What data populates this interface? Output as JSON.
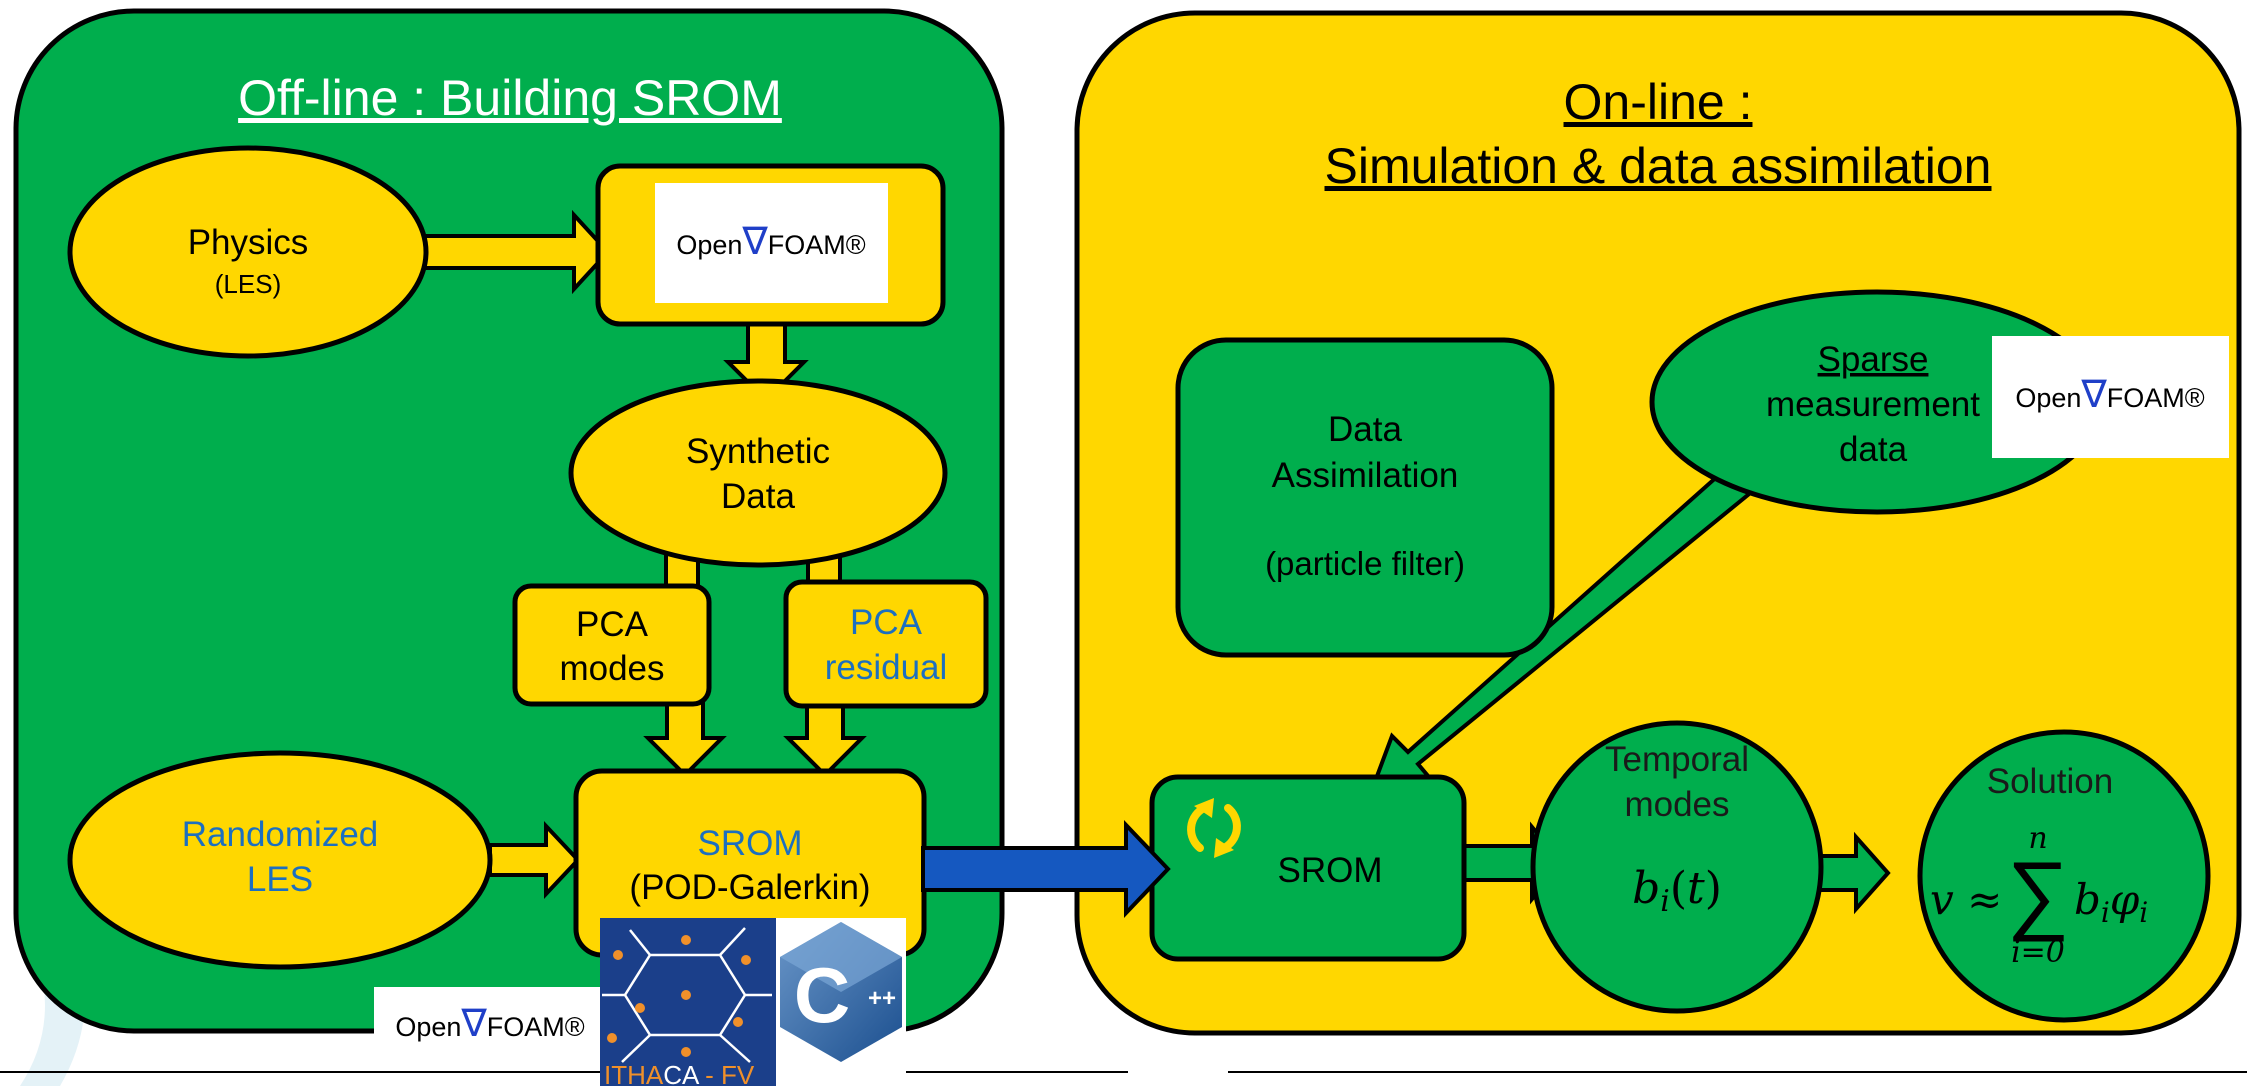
{
  "offline": {
    "title": "Off-line : Building SROM",
    "physics": {
      "line1": "Physics",
      "line2": "(LES)"
    },
    "synthetic": {
      "line1": "Synthetic",
      "line2": "Data"
    },
    "pca_modes": {
      "line1": "PCA",
      "line2": "modes"
    },
    "pca_residual": {
      "line1": "PCA",
      "line2": "residual"
    },
    "randomized": {
      "line1": "Randomized",
      "line2": "LES"
    },
    "srom": {
      "line1": "SROM",
      "line2": "(POD-Galerkin)"
    }
  },
  "online": {
    "title_line1": "On-line :",
    "title_line2": "Simulation & data assimilation",
    "data_assimilation": {
      "line1": "Data",
      "line2": "Assimilation",
      "line3": "(particle filter)"
    },
    "sparse": {
      "line1": "Sparse",
      "line2": "measurement",
      "line3": "data"
    },
    "srom": "SROM",
    "temporal": {
      "line1": "Temporal",
      "line2": "modes",
      "formula": "b_i(t)"
    },
    "solution": {
      "label": "Solution",
      "formula_left": "v ≈",
      "sum_top": "n",
      "sum_bottom": "i=0",
      "formula_right": "b_i φ_i"
    }
  },
  "logos": {
    "openfoam": {
      "prefix": "Open",
      "symbol": "∇",
      "suffix": "FOAM®"
    },
    "ithaca": {
      "part1": "ITHA",
      "part2": "CA",
      "part3": " - FV"
    },
    "cpp": {
      "letter": "C",
      "plus": "++"
    }
  },
  "colors": {
    "green": "#00ae4d",
    "yellow": "#ffd700",
    "blue_text": "#1c6fc0",
    "arrow_blue": "#1558c0",
    "logo_navy": "#1b3f8a",
    "ithaca_orange": "#f0902a",
    "cpp_blue": "#1b5fa8"
  }
}
